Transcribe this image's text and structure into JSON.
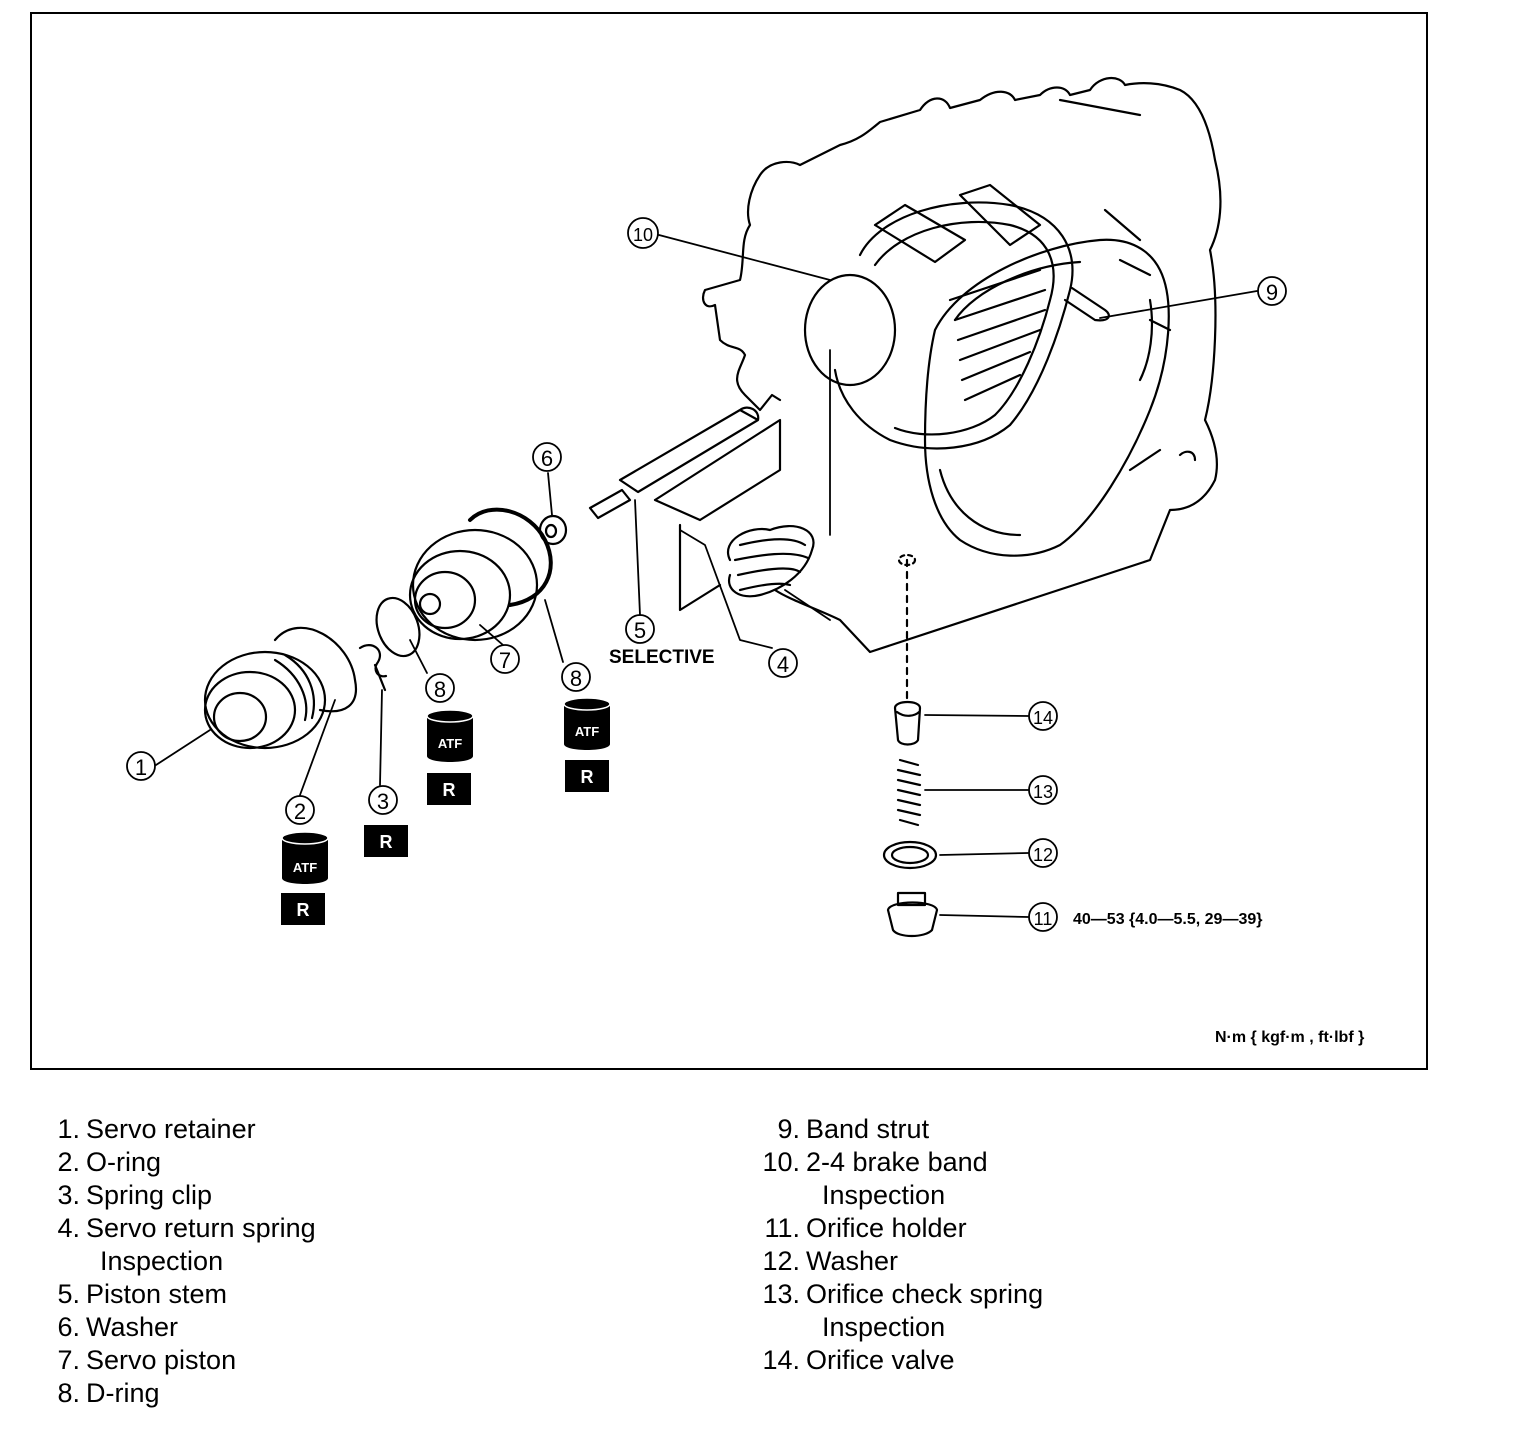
{
  "figure": {
    "selective_label": "SELECTIVE",
    "torque_spec": "40—53 {4.0—5.5, 29—39}",
    "units_note": "N·m { kgf·m , ft·lbf }",
    "atf_label": "ATF",
    "replace_label": "R",
    "callouts": [
      "1",
      "2",
      "3",
      "4",
      "5",
      "6",
      "7",
      "8",
      "8",
      "9",
      "10",
      "11",
      "12",
      "13",
      "14"
    ]
  },
  "legend_left": [
    {
      "num": "1.",
      "text": "Servo retainer"
    },
    {
      "num": "2.",
      "text": "O-ring"
    },
    {
      "num": "3.",
      "text": "Spring clip"
    },
    {
      "num": "4.",
      "text": "Servo return spring",
      "sub": "Inspection"
    },
    {
      "num": "5.",
      "text": "Piston stem"
    },
    {
      "num": "6.",
      "text": "Washer"
    },
    {
      "num": "7.",
      "text": "Servo piston"
    },
    {
      "num": "8.",
      "text": "D-ring"
    }
  ],
  "legend_right": [
    {
      "num": "9.",
      "text": "Band strut"
    },
    {
      "num": "10.",
      "text": "2-4 brake band",
      "sub": "Inspection"
    },
    {
      "num": "11.",
      "text": "Orifice holder"
    },
    {
      "num": "12.",
      "text": "Washer"
    },
    {
      "num": "13.",
      "text": "Orifice check spring",
      "sub": "Inspection"
    },
    {
      "num": "14.",
      "text": "Orifice valve"
    }
  ]
}
